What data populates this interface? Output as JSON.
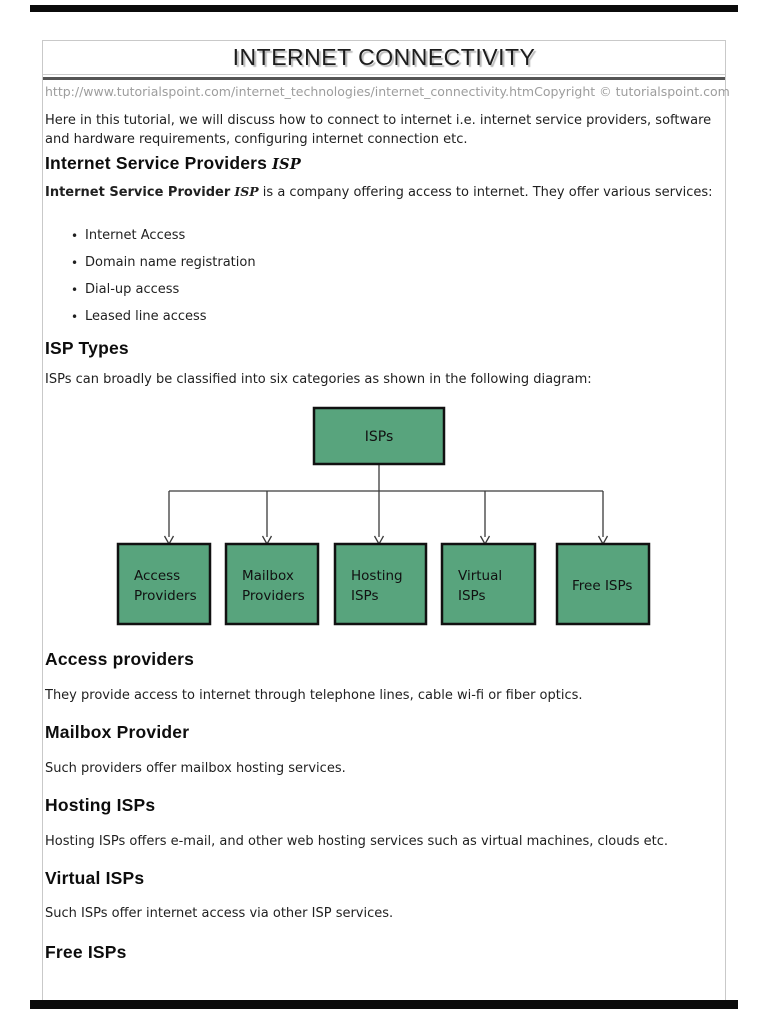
{
  "header": {
    "title": "INTERNET CONNECTIVITY",
    "source_url": "http://www.tutorialspoint.com/internet_technologies/internet_connectivity.htm",
    "copyright": "Copyright © tutorialspoint.com"
  },
  "intro_paragraph": "Here in this tutorial, we will discuss how to connect to internet i.e. internet service providers, software and hardware requirements, configuring internet connection etc.",
  "isp_section": {
    "heading_main": "Internet Service Providers",
    "heading_abbr": "ISP",
    "para_bold": "Internet Service Provider",
    "para_abbr": "ISP",
    "para_rest": " is a company offering access to internet. They offer various services:",
    "services": [
      "Internet Access",
      "Domain name registration",
      "Dial-up access",
      "Leased line access"
    ]
  },
  "isp_types": {
    "heading": "ISP Types",
    "paragraph": "ISPs can broadly be classified into six categories as shown in the following diagram:"
  },
  "diagram": {
    "root_label": "ISPs",
    "children": [
      {
        "line1": "Access",
        "line2": "Providers"
      },
      {
        "line1": "Mailbox",
        "line2": "Providers"
      },
      {
        "line1": "Hosting",
        "line2": "ISPs"
      },
      {
        "line1": "Virtual",
        "line2": "ISPs"
      },
      {
        "line1": "Free ISPs",
        "line2": ""
      }
    ],
    "box_color": "#58a47d",
    "border_color": "#111111",
    "line_color": "#3a3a3a"
  },
  "sections": [
    {
      "heading": "Access providers",
      "paragraph": "They provide access to internet through telephone lines, cable wi-fi or fiber optics."
    },
    {
      "heading": "Mailbox Provider",
      "paragraph": "Such providers offer mailbox hosting services."
    },
    {
      "heading": "Hosting ISPs",
      "paragraph": "Hosting ISPs offers e-mail, and other web hosting services such as virtual machines, clouds etc."
    },
    {
      "heading": "Virtual ISPs",
      "paragraph": "Such ISPs offer internet access via other ISP services."
    },
    {
      "heading": "Free ISPs",
      "paragraph": ""
    }
  ]
}
